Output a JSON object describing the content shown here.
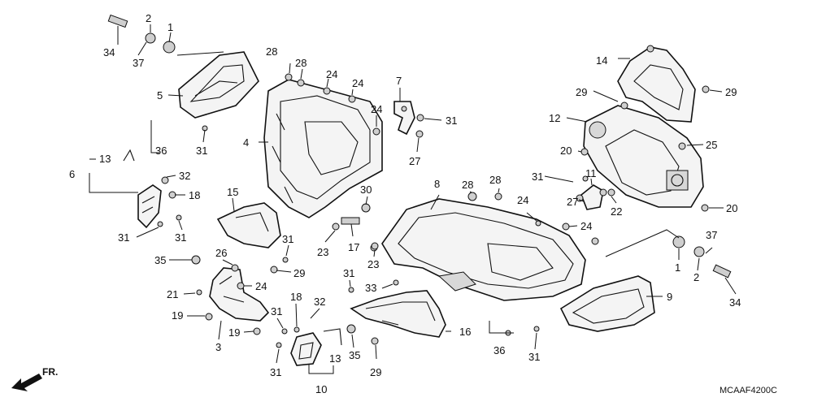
{
  "diagram_code": "MCAAF4200C",
  "direction_label": "FR.",
  "callouts": [
    {
      "id": "c1a",
      "label": "34"
    },
    {
      "id": "c2a",
      "label": "2"
    },
    {
      "id": "c3a",
      "label": "1"
    },
    {
      "id": "c4a",
      "label": "37"
    },
    {
      "id": "c5",
      "label": "5"
    },
    {
      "id": "c6",
      "label": "36"
    },
    {
      "id": "c7",
      "label": "31"
    },
    {
      "id": "c8",
      "label": "13"
    },
    {
      "id": "c9",
      "label": "6"
    },
    {
      "id": "c10",
      "label": "32"
    },
    {
      "id": "c11",
      "label": "18"
    },
    {
      "id": "c12",
      "label": "31"
    },
    {
      "id": "c13",
      "label": "31"
    },
    {
      "id": "c14",
      "label": "28"
    },
    {
      "id": "c15",
      "label": "28"
    },
    {
      "id": "c16",
      "label": "24"
    },
    {
      "id": "c17",
      "label": "24"
    },
    {
      "id": "c18",
      "label": "24"
    },
    {
      "id": "c19",
      "label": "4"
    },
    {
      "id": "c20",
      "label": "7"
    },
    {
      "id": "c21",
      "label": "31"
    },
    {
      "id": "c22",
      "label": "27"
    },
    {
      "id": "c23",
      "label": "15"
    },
    {
      "id": "c24",
      "label": "31"
    },
    {
      "id": "c25",
      "label": "29"
    },
    {
      "id": "c26",
      "label": "30"
    },
    {
      "id": "c27",
      "label": "23"
    },
    {
      "id": "c28",
      "label": "17"
    },
    {
      "id": "c29",
      "label": "35"
    },
    {
      "id": "c30",
      "label": "26"
    },
    {
      "id": "c31",
      "label": "24"
    },
    {
      "id": "c32",
      "label": "21"
    },
    {
      "id": "c33",
      "label": "19"
    },
    {
      "id": "c34",
      "label": "19"
    },
    {
      "id": "c35",
      "label": "3"
    },
    {
      "id": "c36",
      "label": "18"
    },
    {
      "id": "c37",
      "label": "32"
    },
    {
      "id": "c38",
      "label": "31"
    },
    {
      "id": "c39",
      "label": "13"
    },
    {
      "id": "c40",
      "label": "35"
    },
    {
      "id": "c41",
      "label": "31"
    },
    {
      "id": "c42",
      "label": "10"
    },
    {
      "id": "c43",
      "label": "29"
    },
    {
      "id": "c44",
      "label": "31"
    },
    {
      "id": "c45",
      "label": "33"
    },
    {
      "id": "c46",
      "label": "23"
    },
    {
      "id": "c47",
      "label": "8"
    },
    {
      "id": "c48",
      "label": "28"
    },
    {
      "id": "c49",
      "label": "28"
    },
    {
      "id": "c50",
      "label": "24"
    },
    {
      "id": "c51",
      "label": "24"
    },
    {
      "id": "c52",
      "label": "16"
    },
    {
      "id": "c53",
      "label": "36"
    },
    {
      "id": "c54",
      "label": "31"
    },
    {
      "id": "c55",
      "label": "14"
    },
    {
      "id": "c56",
      "label": "29"
    },
    {
      "id": "c57",
      "label": "29"
    },
    {
      "id": "c58",
      "label": "12"
    },
    {
      "id": "c59",
      "label": "20"
    },
    {
      "id": "c60",
      "label": "25"
    },
    {
      "id": "c61",
      "label": "31"
    },
    {
      "id": "c62",
      "label": "11"
    },
    {
      "id": "c63",
      "label": "27"
    },
    {
      "id": "c64",
      "label": "22"
    },
    {
      "id": "c65",
      "label": "20"
    },
    {
      "id": "c66",
      "label": "37"
    },
    {
      "id": "c67",
      "label": "1"
    },
    {
      "id": "c68",
      "label": "2"
    },
    {
      "id": "c69",
      "label": "34"
    },
    {
      "id": "c70",
      "label": "9"
    }
  ]
}
